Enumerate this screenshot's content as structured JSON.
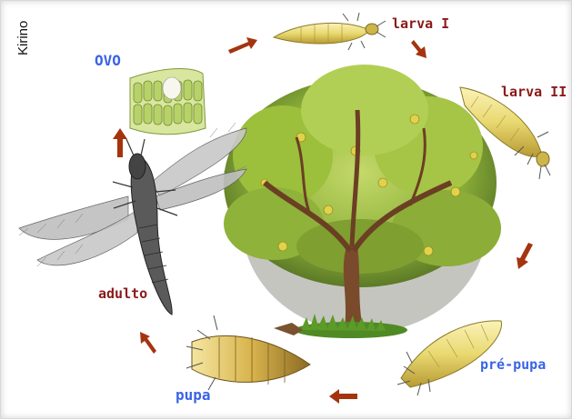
{
  "credit": "Kirino",
  "stages": {
    "ovo": "OVO",
    "larva1": "larva I",
    "larva2": "larva II",
    "prepupa": "pré-pupa",
    "pupa": "pupa",
    "adulto": "adulto"
  },
  "colors": {
    "arrow": "#a4340f",
    "stage_blue": "#3a64e6",
    "stage_red": "#8b1a1a",
    "larva_body": "#e9dc7a",
    "leaf": "#9cbf3c",
    "trunk": "#7a4a2c"
  }
}
